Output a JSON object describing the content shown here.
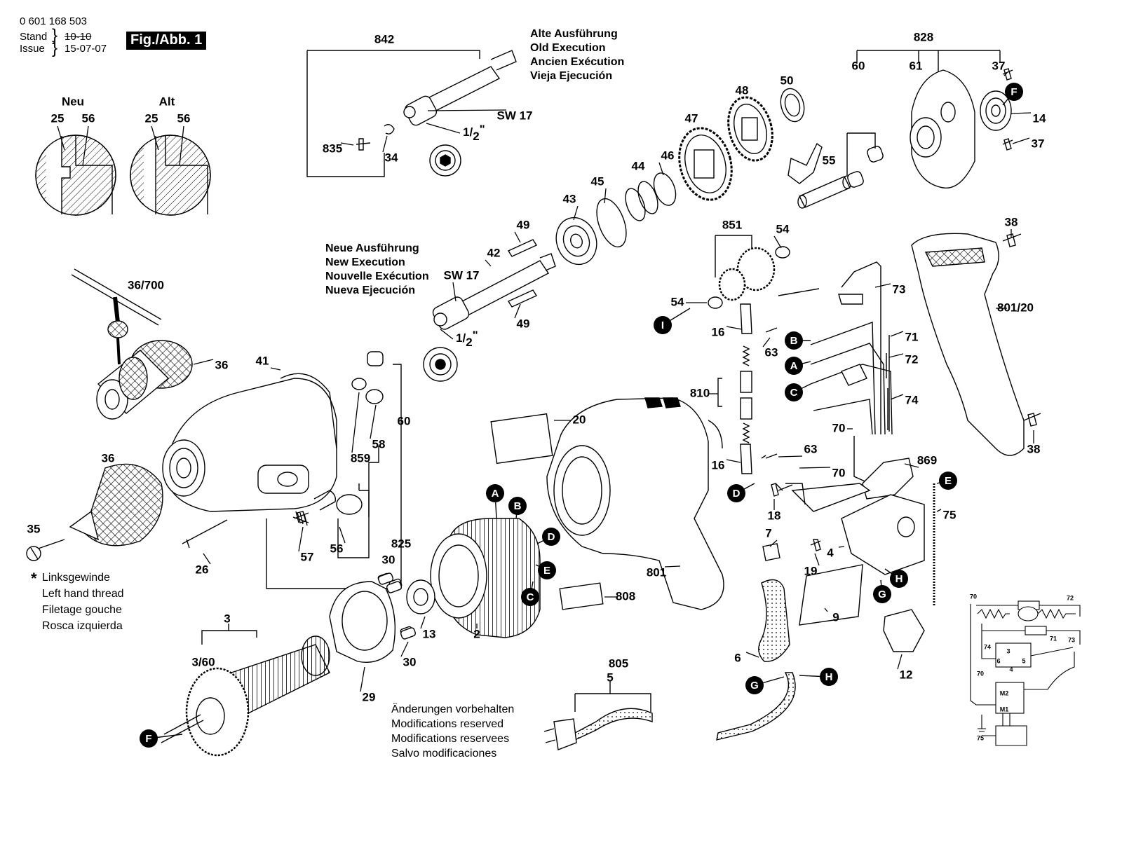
{
  "header": {
    "part_number": "0 601 168 503",
    "stand_label": "Stand",
    "issue_label": "Issue",
    "old_date": "10-10",
    "date": "15-07-07",
    "figure_label": "Fig./Abb. 1"
  },
  "detail": {
    "neu": "Neu",
    "alt": "Alt",
    "neu_labels": [
      "25",
      "56"
    ],
    "alt_labels": [
      "25",
      "56"
    ]
  },
  "old_execution": [
    "Alte Ausführung",
    "Old Execution",
    "Ancien Exécution",
    "Vieja Ejecución"
  ],
  "new_execution": [
    "Neue Ausführung",
    "New Execution",
    "Nouvelle Exécution",
    "Nueva Ejecución"
  ],
  "left_thread": {
    "star": "*",
    "lines": [
      "Linksgewinde",
      "Left hand thread",
      "Filetage gouche",
      "Rosca izquierda"
    ]
  },
  "modifications": [
    "Änderungen vorbehalten",
    "Modifications reserved",
    "Modifications reservees",
    "Salvo modificaciones"
  ],
  "fraction": {
    "whole": "1/",
    "denominator": "2",
    "suffix": "\""
  },
  "part_labels": [
    "842",
    "835",
    "34",
    "SW 17",
    "828",
    "60",
    "61",
    "37",
    "14",
    "37",
    "50",
    "48",
    "47",
    "46",
    "44",
    "45",
    "43",
    "55",
    "49",
    "42",
    "SW 17",
    "49",
    "851",
    "54",
    "54",
    "73",
    "16",
    "63",
    "71",
    "72",
    "74",
    "810",
    "70",
    "63",
    "16",
    "70",
    "869",
    "18",
    "75",
    "7",
    "4",
    "19",
    "38",
    "801/20",
    "38",
    "36/700",
    "36",
    "41",
    "60",
    "58",
    "859",
    "36",
    "35",
    "57",
    "56",
    "26",
    "825",
    "20",
    "801",
    "808",
    "30",
    "13",
    "30",
    "2",
    "29",
    "3",
    "3/60",
    "805",
    "5",
    "6",
    "9",
    "12"
  ],
  "wire_markers": [
    "F",
    "I",
    "B",
    "A",
    "C",
    "A",
    "B",
    "D",
    "E",
    "C",
    "D",
    "E",
    "H",
    "G",
    "F",
    "G",
    "H"
  ],
  "circuit": {
    "labels": [
      "70",
      "72",
      "74",
      "71",
      "73",
      "3",
      "6",
      "5",
      "4",
      "70",
      "M2",
      "M1",
      "75"
    ]
  }
}
